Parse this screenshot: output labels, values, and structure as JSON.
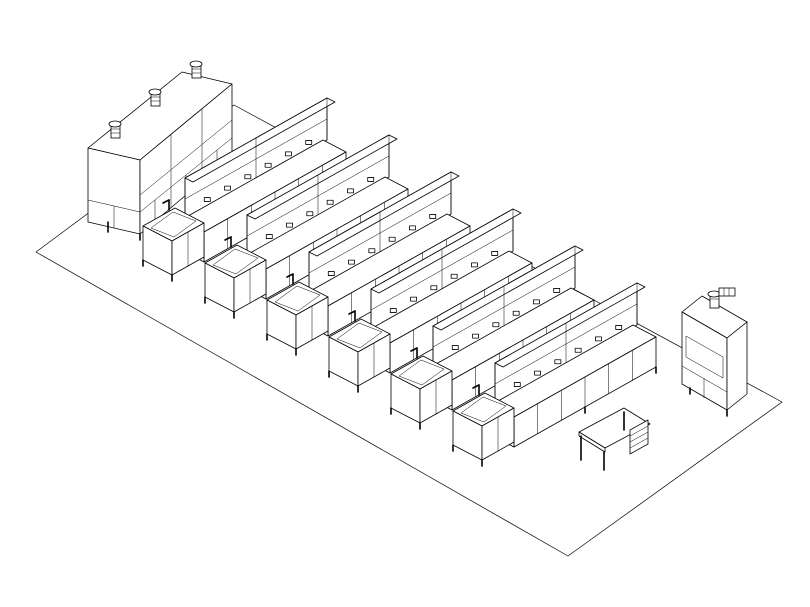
{
  "drawing": {
    "stroke_color": "#000000",
    "background_color": "#ffffff",
    "fume_hood_units": 4,
    "island_bench_rows": 6,
    "side_tables": 1
  }
}
